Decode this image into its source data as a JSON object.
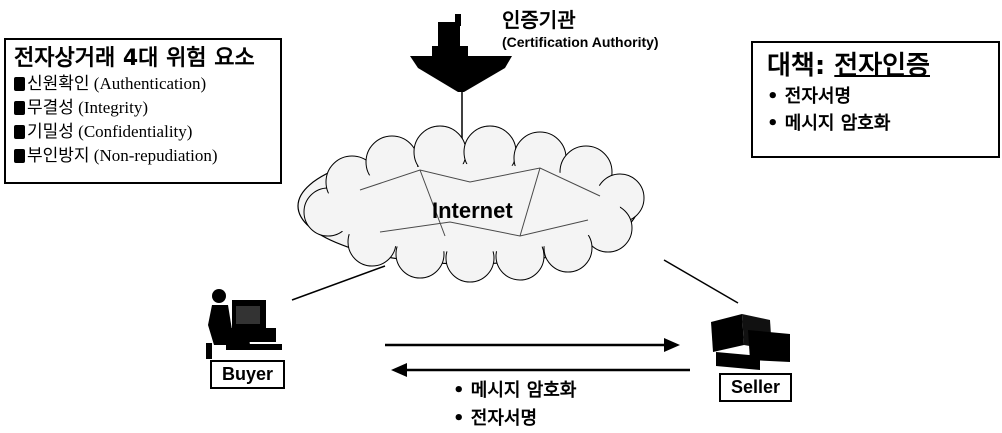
{
  "risks": {
    "title": "전자상거래 4대 위험 요소",
    "items": [
      "신원확인 (Authentication)",
      "무결성 (Integrity)",
      "기밀성 (Confidentiality)",
      "부인방지 (Non-repudiation)"
    ]
  },
  "certification": {
    "label": "인증기관",
    "sublabel": "(Certification Authority)"
  },
  "solution": {
    "prefix": "대책: ",
    "title": "전자인증",
    "items": [
      "• 전자서명",
      "• 메시지 암호화"
    ]
  },
  "network": {
    "label": "Internet"
  },
  "parties": {
    "buyer": "Buyer",
    "seller": "Seller"
  },
  "transaction": {
    "items": [
      "• 메시지 암호화",
      "• 전자서명"
    ]
  }
}
